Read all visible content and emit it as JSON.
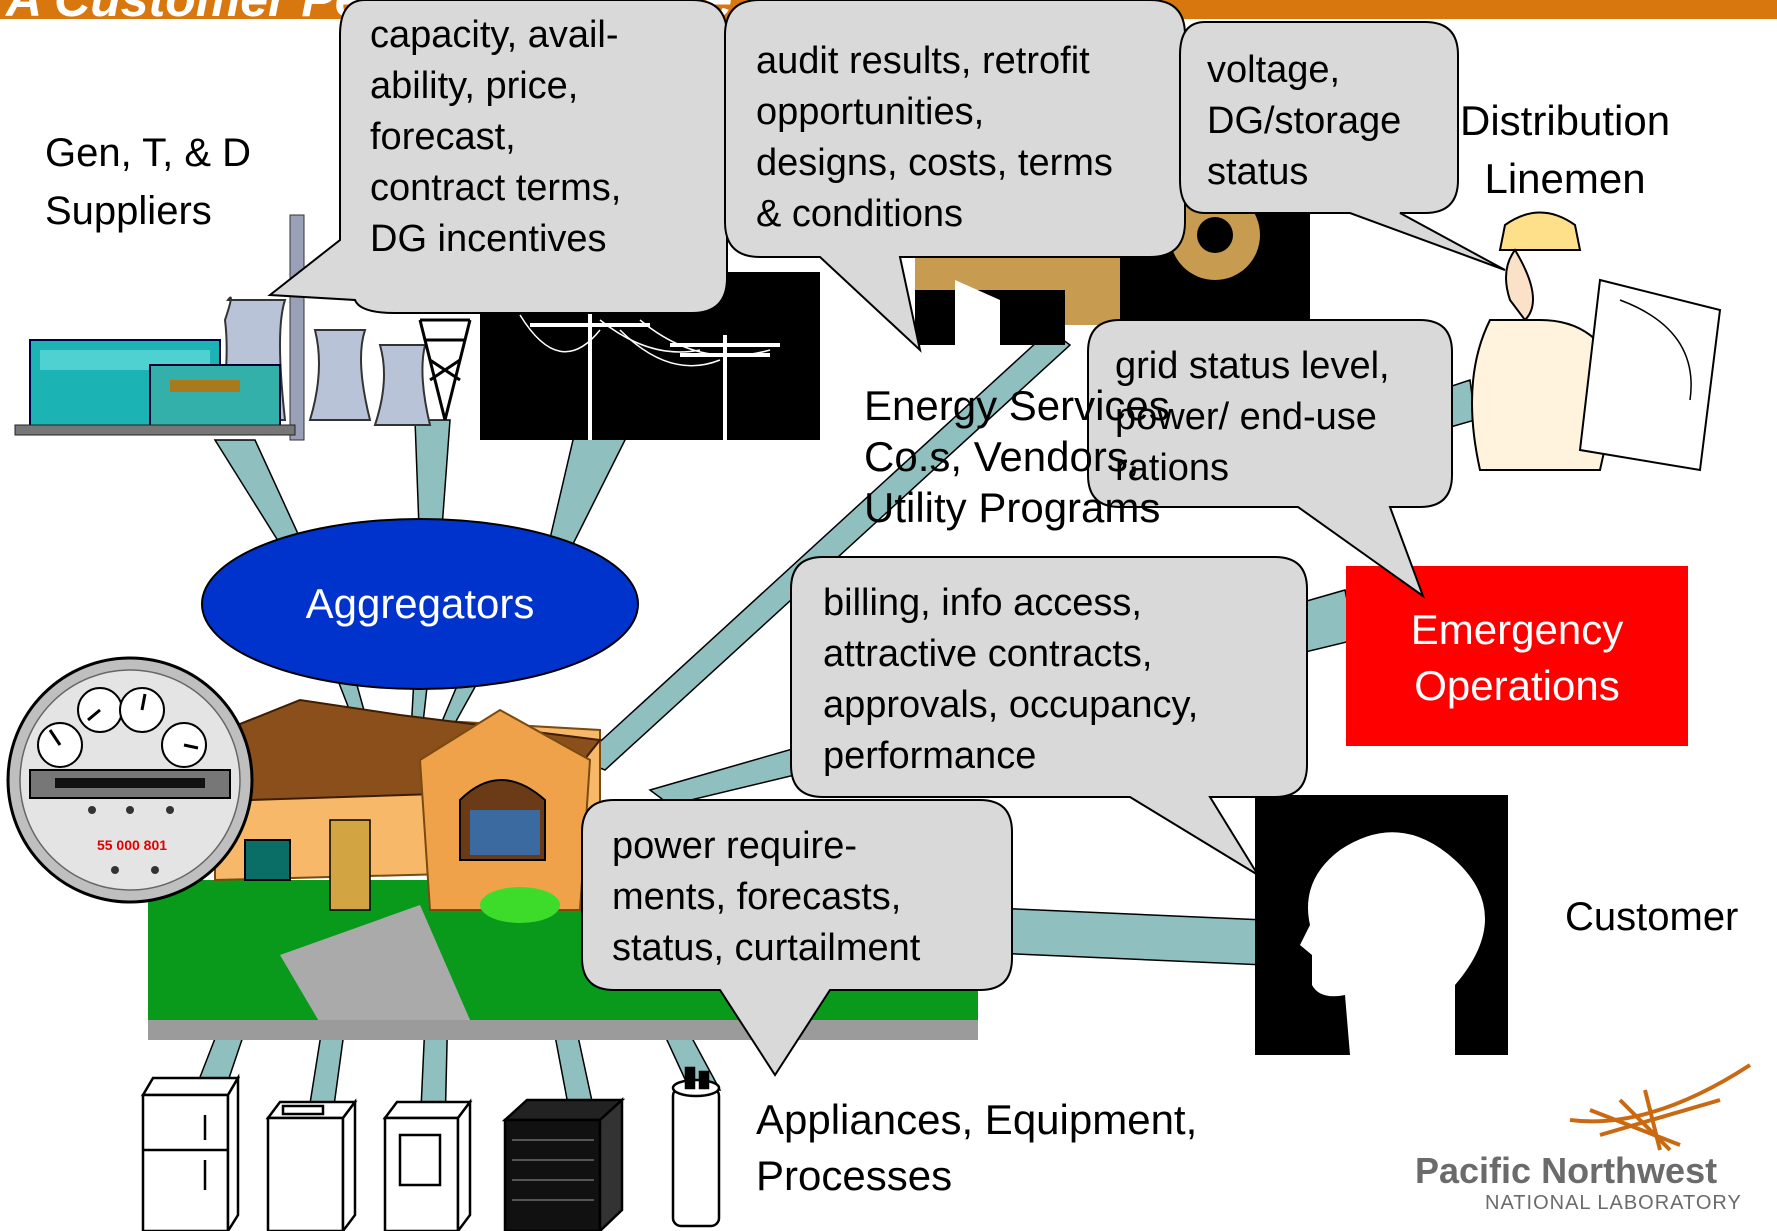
{
  "slide": {
    "title": "A Customer Perspective of the Smart Grid"
  },
  "labels": {
    "suppliers": "Gen, T, & D\nSuppliers",
    "linemen": "Distribution\nLinemen",
    "energy_services": "Energy Services\nCo.s, Vendors,\nUtility Programs",
    "aggregators": "Aggregators",
    "emergency": "Emergency\nOperations",
    "customer": "Customer",
    "appliances": "Appliances, Equipment,\nProcesses",
    "meter_reading": "55 000 801"
  },
  "callouts": {
    "suppliers": "capacity, avail-\nability, price,\nforecast,\ncontract terms,\nDG incentives",
    "energy_services": "audit results, retrofit\nopportunities,\ndesigns, costs, terms\n& conditions",
    "linemen": "voltage,\nDG/storage\nstatus",
    "emergency": "grid status level,\npower/ end-use\nrations",
    "customer": "billing, info access,\nattractive contracts,\napprovals, occupancy,\nperformance",
    "appliances": "power require-\nments, forecasts,\nstatus, curtailment"
  },
  "logo": {
    "name": "Pacific Northwest",
    "subtitle": "NATIONAL LABORATORY"
  },
  "colors": {
    "title_bar": "#d9770f",
    "aggregators": "#0033cc",
    "emergency": "#ff0000",
    "connector": "#8fbfbf",
    "callout_fill": "#d9d9d9"
  }
}
